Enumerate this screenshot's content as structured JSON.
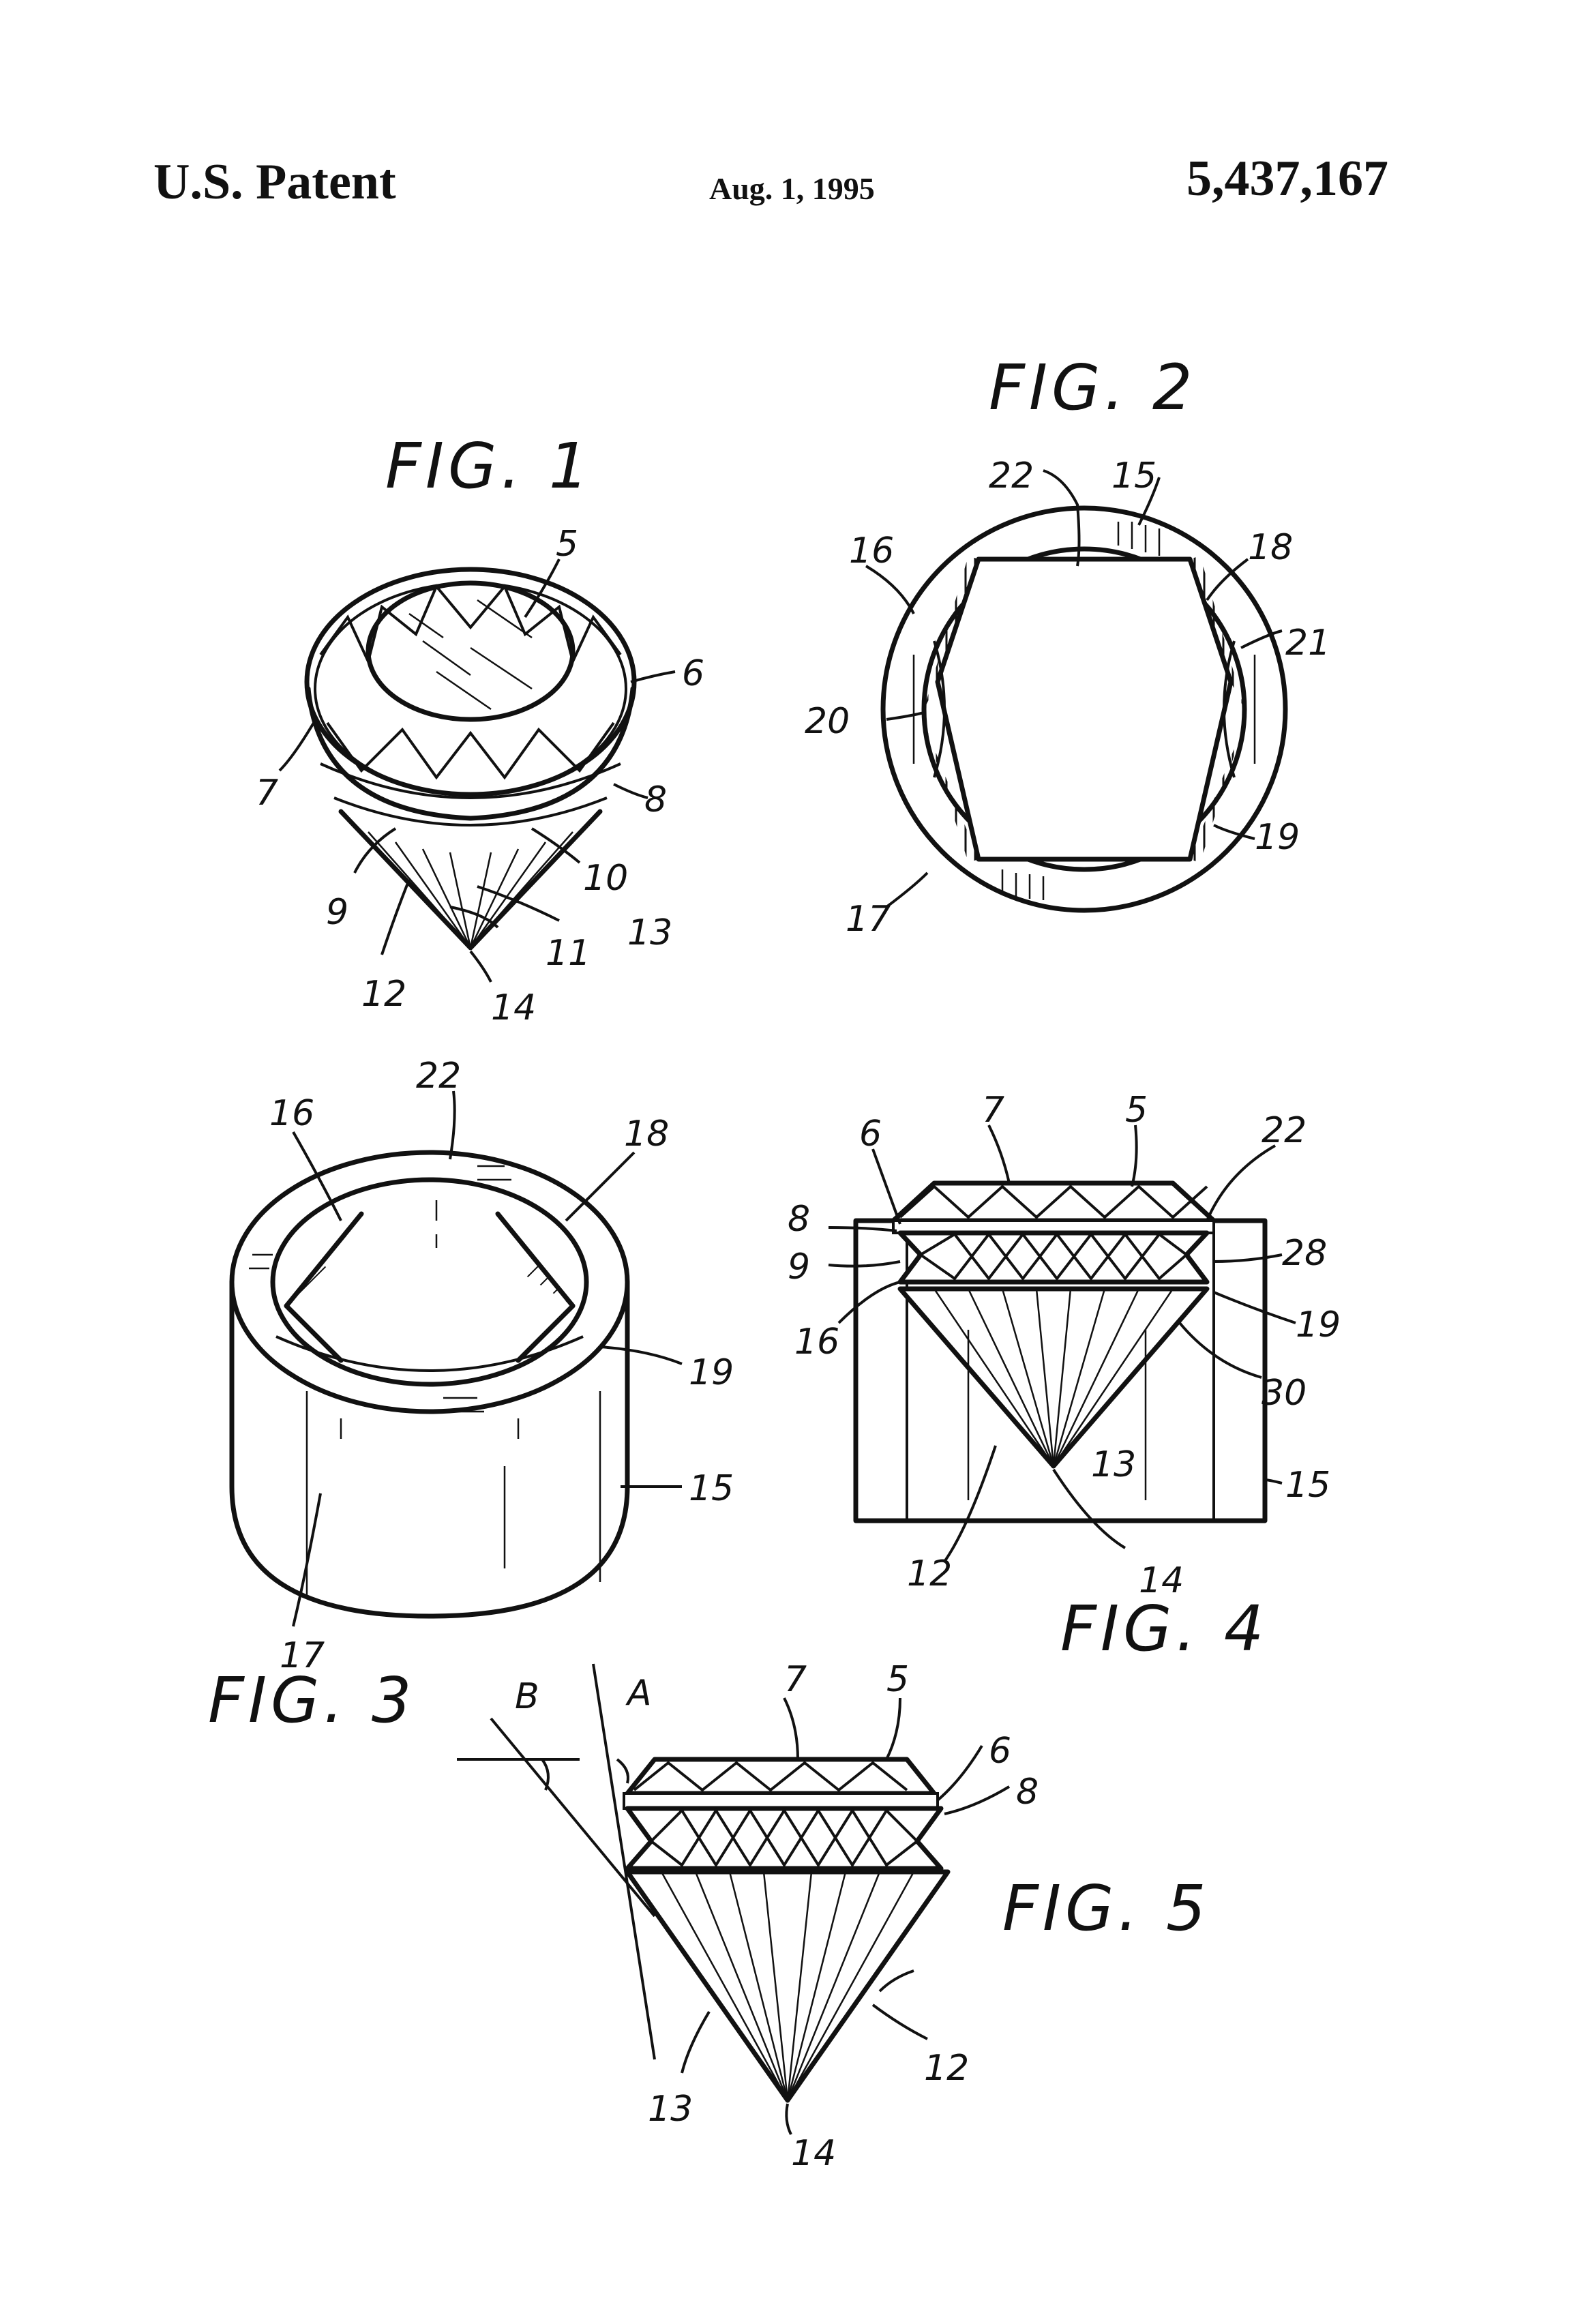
{
  "header": {
    "left": "U.S. Patent",
    "date": "Aug. 1, 1995",
    "number": "5,437,167"
  },
  "figures": {
    "fig1": {
      "title": "FIG. 1",
      "labels": [
        "5",
        "6",
        "7",
        "8",
        "9",
        "10",
        "11",
        "12",
        "13",
        "14"
      ]
    },
    "fig2": {
      "title": "FIG. 2",
      "labels": [
        "15",
        "16",
        "17",
        "18",
        "19",
        "20",
        "21",
        "22"
      ]
    },
    "fig3": {
      "title": "FIG. 3",
      "labels": [
        "15",
        "16",
        "17",
        "18",
        "19",
        "22"
      ]
    },
    "fig4": {
      "title": "FIG. 4",
      "labels": [
        "5",
        "6",
        "7",
        "8",
        "9",
        "12",
        "13",
        "14",
        "15",
        "16",
        "19",
        "22",
        "28",
        "30"
      ]
    },
    "fig5": {
      "title": "FIG. 5",
      "labels": [
        "5",
        "6",
        "7",
        "8",
        "12",
        "13",
        "14",
        "A",
        "B"
      ]
    }
  }
}
